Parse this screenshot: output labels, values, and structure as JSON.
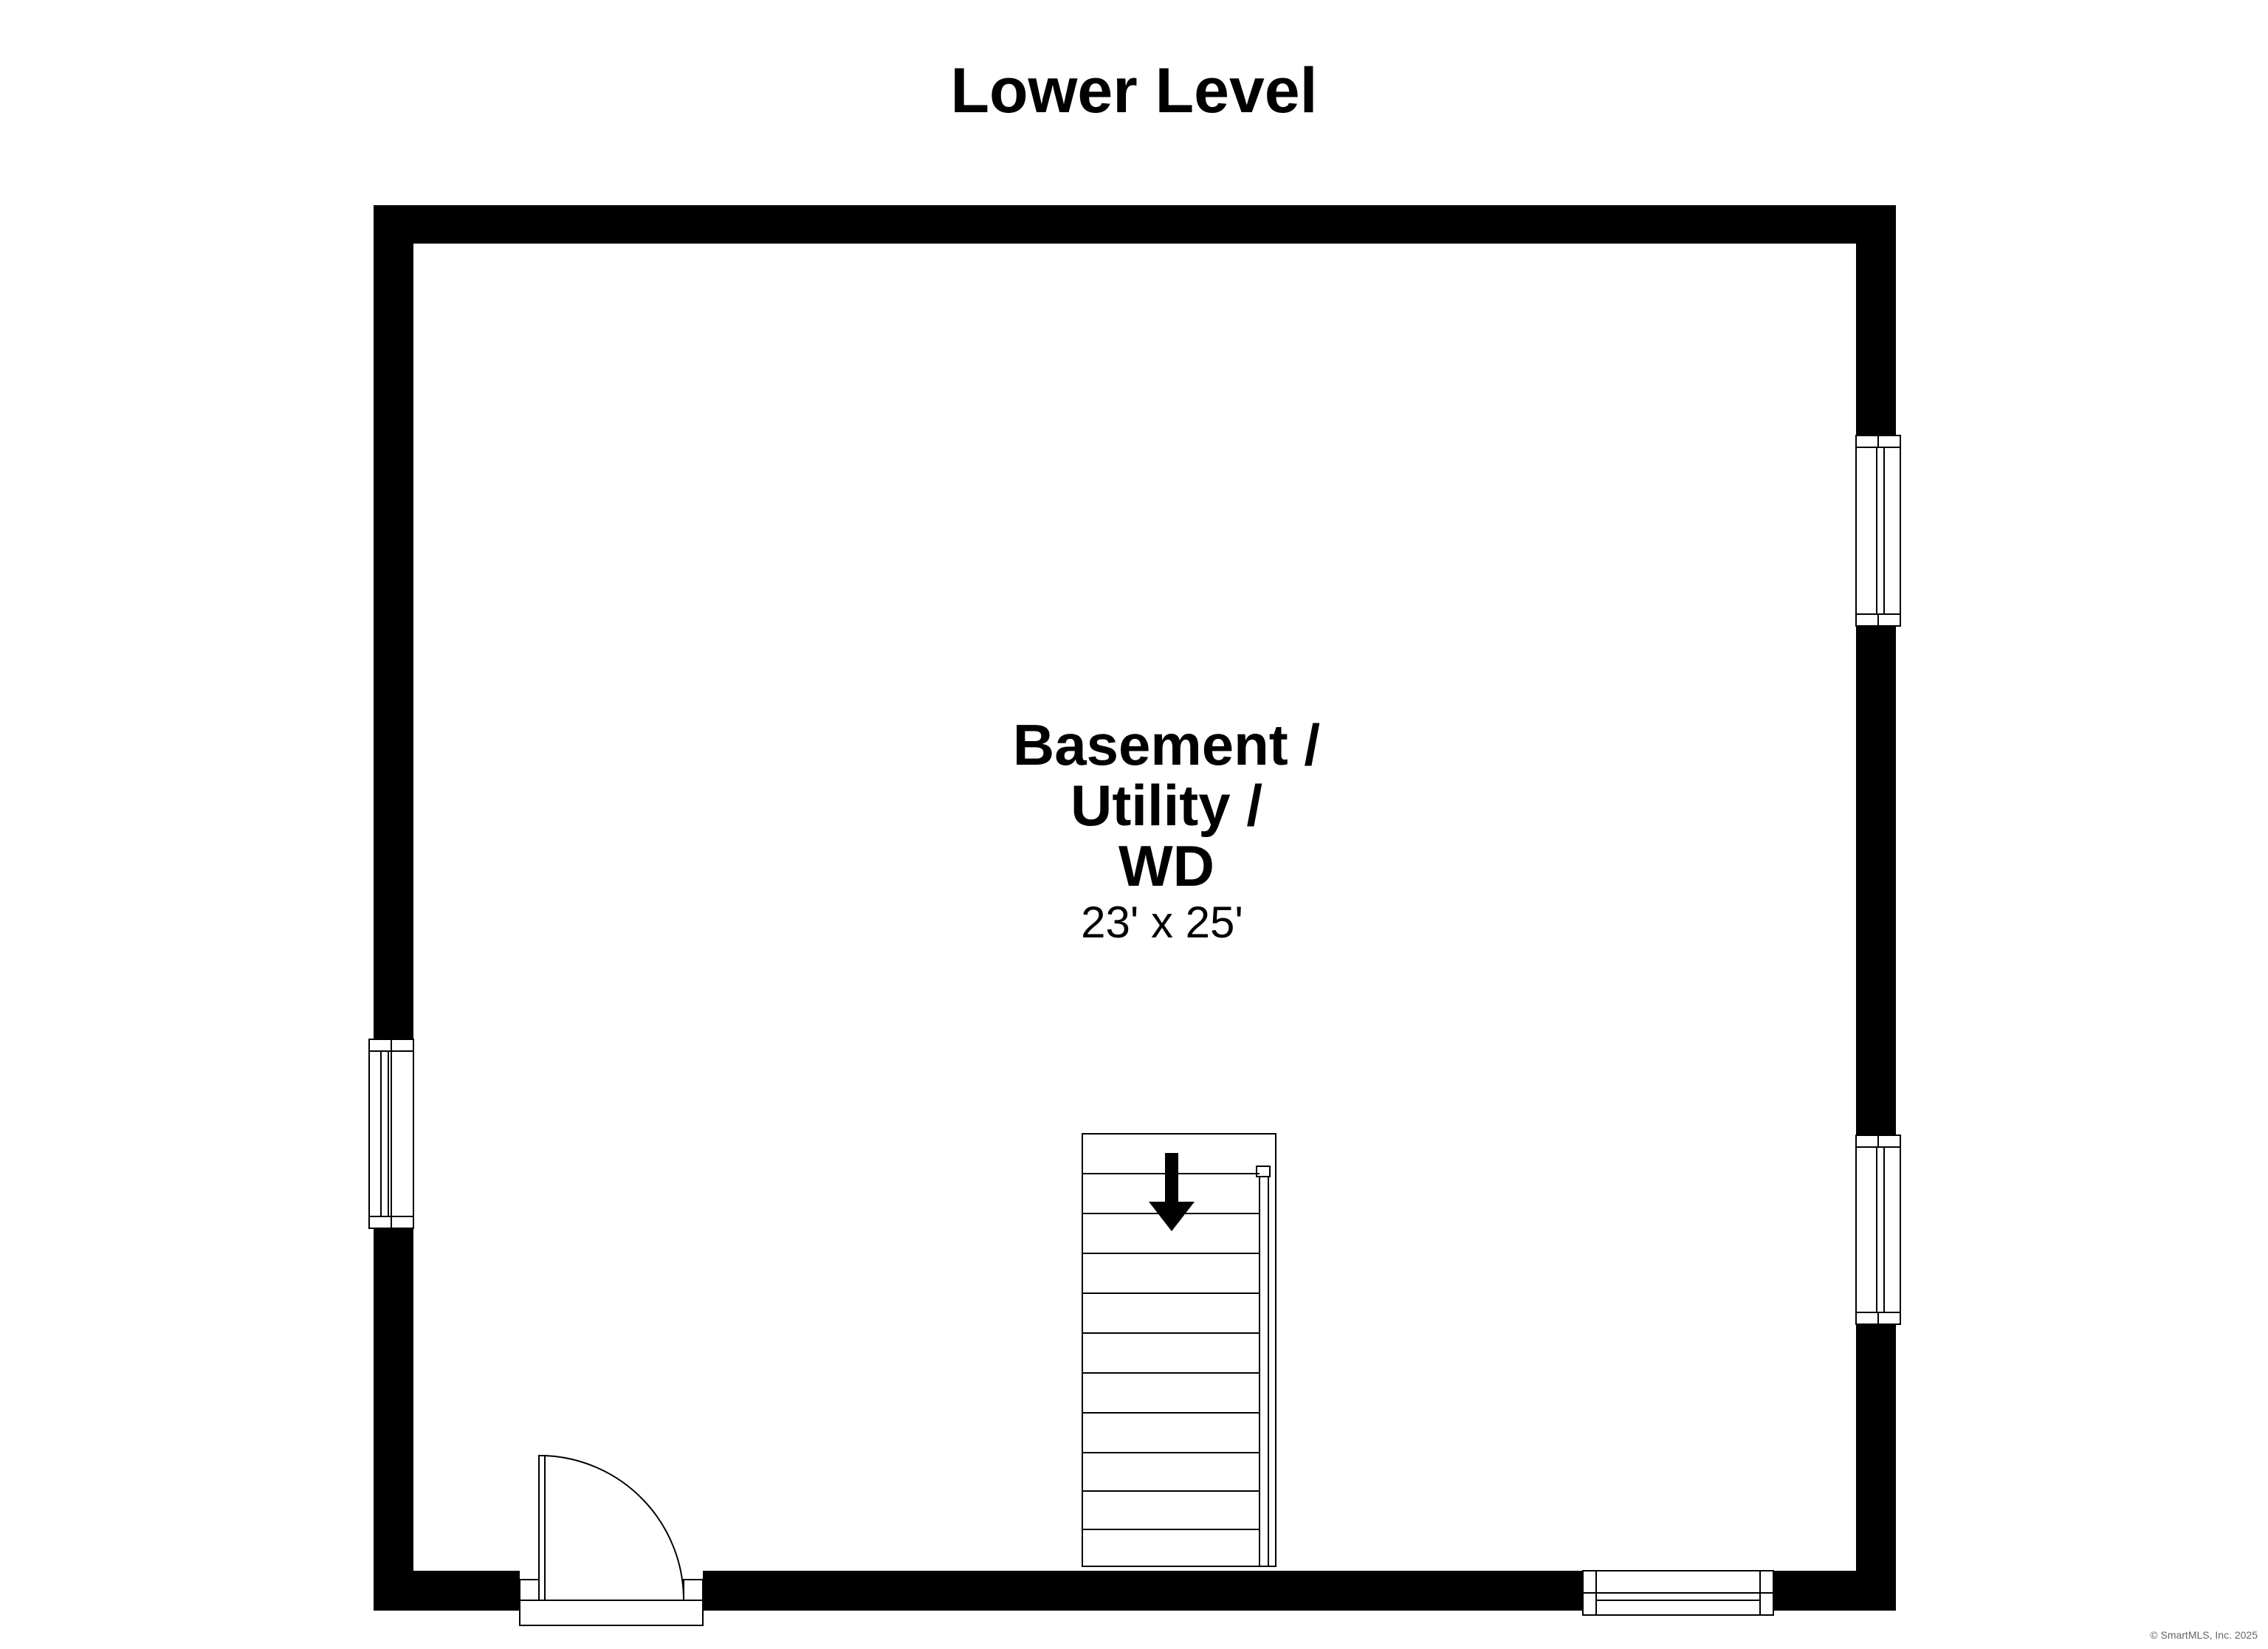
{
  "floor_plan": {
    "title": "Lower Level",
    "room": {
      "name_lines": [
        "Basement /",
        "Utility /",
        "WD"
      ],
      "dimensions": "23' x 25'"
    },
    "copyright": "© SmartMLS, Inc. 2025"
  },
  "colors": {
    "wall": "#000000",
    "background": "#ffffff"
  },
  "icons": {
    "stair_direction": "arrow-down-icon"
  }
}
